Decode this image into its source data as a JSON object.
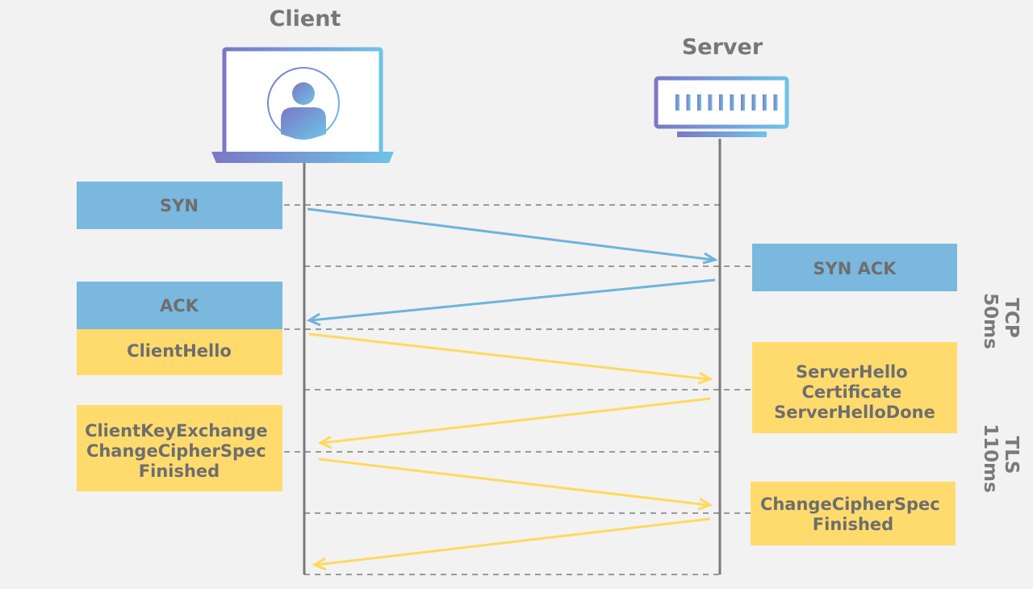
{
  "colors": {
    "background": "#f2f2f2",
    "tcp_blue": "#7ab8de",
    "tls_yellow": "#ffdb6e",
    "lifeline_gray": "#7a7a7a",
    "text_gray": "#6e6e6e",
    "gradient_start": "#7a78c4",
    "gradient_end": "#6ec3e8"
  },
  "actors": {
    "client": {
      "label": "Client",
      "icon": "laptop-user-icon"
    },
    "server": {
      "label": "Server",
      "icon": "server-icon"
    }
  },
  "messages": {
    "syn": [
      "SYN"
    ],
    "syn_ack": [
      "SYN ACK"
    ],
    "ack": [
      "ACK"
    ],
    "client_hello": [
      "ClientHello"
    ],
    "server_hello": [
      "ServerHello",
      "Certificate",
      "ServerHelloDone"
    ],
    "client_key_exchange": [
      "ClientKeyExchange",
      "ChangeCipherSpec",
      "Finished"
    ],
    "server_finished": [
      "ChangeCipherSpec",
      "Finished"
    ]
  },
  "phases": {
    "tcp": {
      "name": "TCP",
      "duration": "50ms"
    },
    "tls": {
      "name": "TLS",
      "duration": "110ms"
    }
  }
}
